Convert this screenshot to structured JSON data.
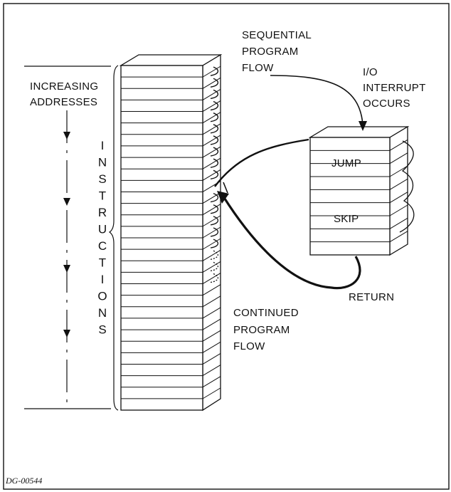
{
  "figure_id": "DG-00544",
  "labels": {
    "sequential": [
      "SEQUENTIAL",
      "PROGRAM",
      "FLOW"
    ],
    "increasing": [
      "INCREASING",
      "ADDRESSES"
    ],
    "interrupt": [
      "I/O",
      "INTERRUPT",
      "OCCURS"
    ],
    "jump": "JUMP",
    "skip": "SKIP",
    "return_label": "RETURN",
    "continued": [
      "CONTINUED",
      "PROGRAM",
      "FLOW"
    ],
    "instructions_letters": [
      "I",
      "N",
      "S",
      "T",
      "R",
      "U",
      "C",
      "T",
      "I",
      "O",
      "N",
      "S"
    ]
  }
}
